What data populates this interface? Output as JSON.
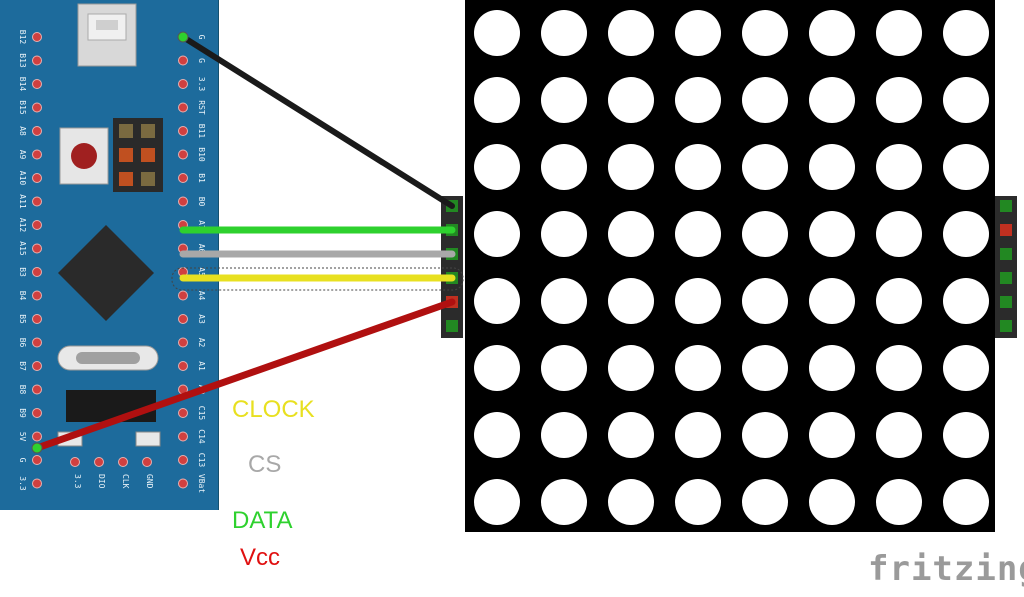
{
  "board": {
    "left_pins": [
      "B12",
      "B13",
      "B14",
      "B15",
      "A8",
      "A9",
      "A10",
      "A11",
      "A12",
      "A15",
      "B3",
      "B4",
      "B5",
      "B6",
      "B7",
      "B8",
      "B9",
      "5V",
      "G",
      "3.3"
    ],
    "right_pins": [
      "G",
      "G",
      "3.3",
      "RST",
      "B11",
      "B10",
      "B1",
      "B0",
      "A7",
      "A6",
      "A5",
      "A4",
      "A3",
      "A2",
      "A1",
      "A0",
      "C15",
      "C14",
      "C13",
      "VBat"
    ],
    "bottom_pins": [
      "3.3",
      "DIO",
      "CLK",
      "GND"
    ]
  },
  "labels": {
    "clock": "CLOCK",
    "cs": "CS",
    "data": "DATA",
    "vcc": "Vcc"
  },
  "colors": {
    "clock": "#e8e020",
    "cs": "#a8a8a8",
    "data": "#2ed12e",
    "vcc": "#e01010",
    "board": "#1d6b9c",
    "wire_ground": "#1a1a1a"
  },
  "matrix": {
    "rows": 8,
    "cols": 8
  },
  "logo": {
    "text": "fritzing"
  }
}
